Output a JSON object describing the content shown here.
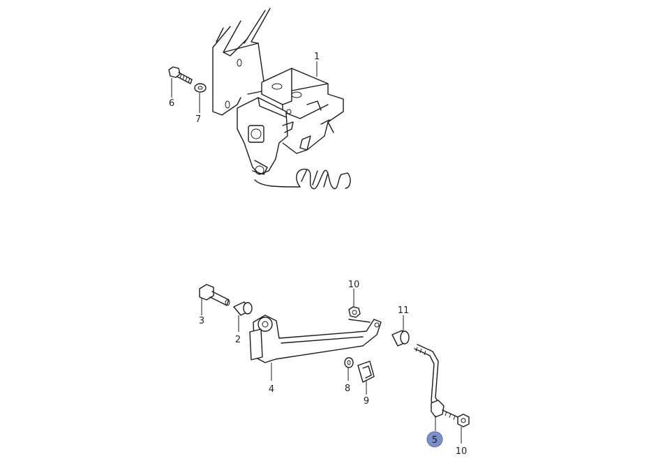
{
  "diagram": {
    "highlight_color": "#7b8fc8",
    "callouts": [
      {
        "id": "1",
        "label": "1",
        "highlighted": false
      },
      {
        "id": "6",
        "label": "6",
        "highlighted": false
      },
      {
        "id": "7",
        "label": "7",
        "highlighted": false
      },
      {
        "id": "10a",
        "label": "10",
        "highlighted": false
      },
      {
        "id": "11",
        "label": "11",
        "highlighted": false
      },
      {
        "id": "3",
        "label": "3",
        "highlighted": false
      },
      {
        "id": "2",
        "label": "2",
        "highlighted": false
      },
      {
        "id": "4",
        "label": "4",
        "highlighted": false
      },
      {
        "id": "8",
        "label": "8",
        "highlighted": false
      },
      {
        "id": "9",
        "label": "9",
        "highlighted": false
      },
      {
        "id": "5",
        "label": "5",
        "highlighted": true
      },
      {
        "id": "10b",
        "label": "10",
        "highlighted": false
      }
    ]
  }
}
